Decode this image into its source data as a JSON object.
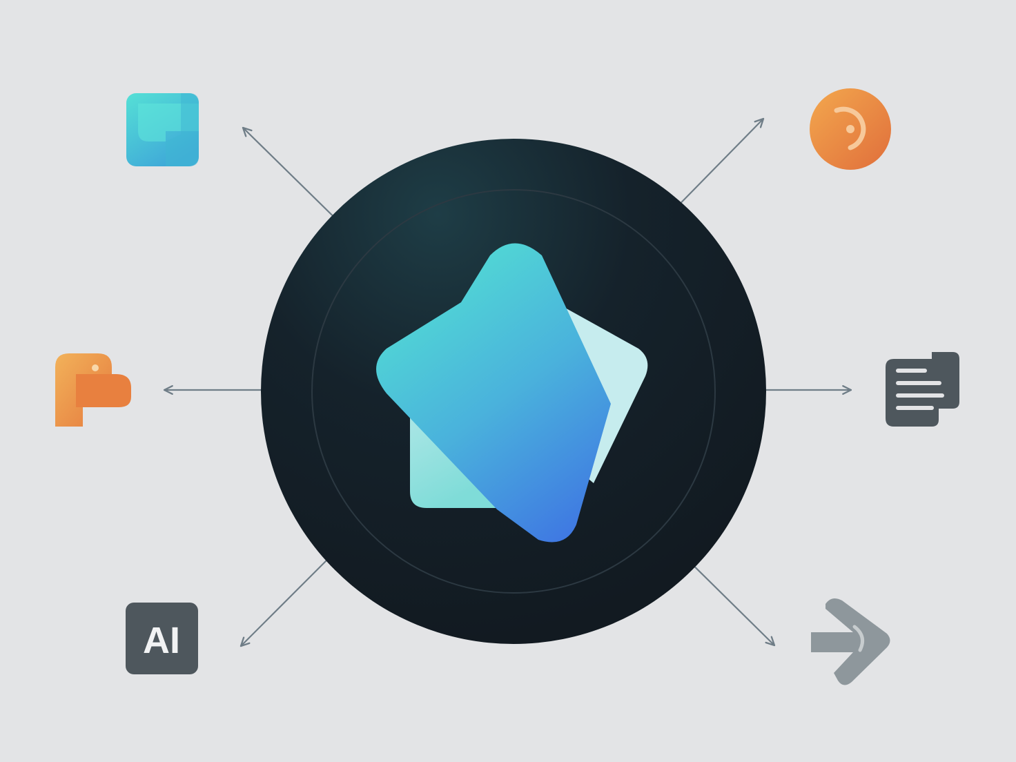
{
  "diagram": {
    "center": {
      "icon": "star-app-logo"
    },
    "nodes": [
      {
        "id": "top-left",
        "icon": "teal-square-app-icon",
        "label": ""
      },
      {
        "id": "top-right",
        "icon": "orange-circle-app-icon",
        "label": ""
      },
      {
        "id": "mid-left",
        "icon": "orange-p-logo-icon",
        "label": ""
      },
      {
        "id": "mid-right",
        "icon": "document-icon",
        "label": ""
      },
      {
        "id": "bottom-left",
        "icon": "ai-badge-icon",
        "label": "AI"
      },
      {
        "id": "bottom-right",
        "icon": "arrow-merge-icon",
        "label": ""
      }
    ],
    "colors": {
      "background": "#e3e4e6",
      "hub_dark": "#141c24",
      "hub_teal": "#1e3c45",
      "arrow": "#6f7d87",
      "teal": "#4fd8d2",
      "blue": "#3f7fe0",
      "orange": "#e8843f",
      "slate": "#4e575d",
      "gray": "#8e979c"
    }
  }
}
